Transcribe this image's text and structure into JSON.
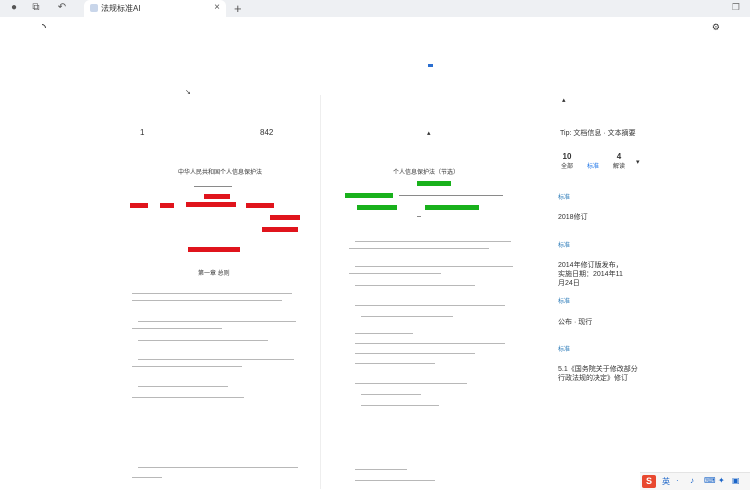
{
  "browser": {
    "tab_title": "法规标准AI",
    "close_glyph": "×",
    "new_tab_glyph": "+"
  },
  "left_doc": {
    "page_number": "1",
    "page_total": "842",
    "title": "中华人民共和国个人信息保护法",
    "subtitle": "第一章 总则"
  },
  "mid_doc": {
    "title": "个人信息保护法（节选）"
  },
  "sidebar": {
    "title": "Tip: 文档信息 · 文本摘要",
    "tabs": [
      {
        "count": "10",
        "label": "全部"
      },
      {
        "count": "",
        "label": "标准"
      },
      {
        "count": "4",
        "label": "解读"
      }
    ],
    "sections": [
      {
        "label": "标准",
        "text": "2018修订"
      },
      {
        "label": "标准",
        "text": "2014年修订版发布，实施日期：2014年11月24日"
      },
      {
        "label": "标准",
        "text": "公布 · 现行"
      },
      {
        "label": "标准",
        "text": "5.1《国务院关于修改部分行政法规的决定》修订"
      }
    ]
  },
  "ime": {
    "logo": "S",
    "items": [
      "英",
      "·",
      "♪",
      "⌨",
      "✦",
      "▣"
    ]
  },
  "colors": {
    "red_highlight": "#e0141c",
    "green_highlight": "#19b11c",
    "accent_blue": "#2a7ab8"
  }
}
